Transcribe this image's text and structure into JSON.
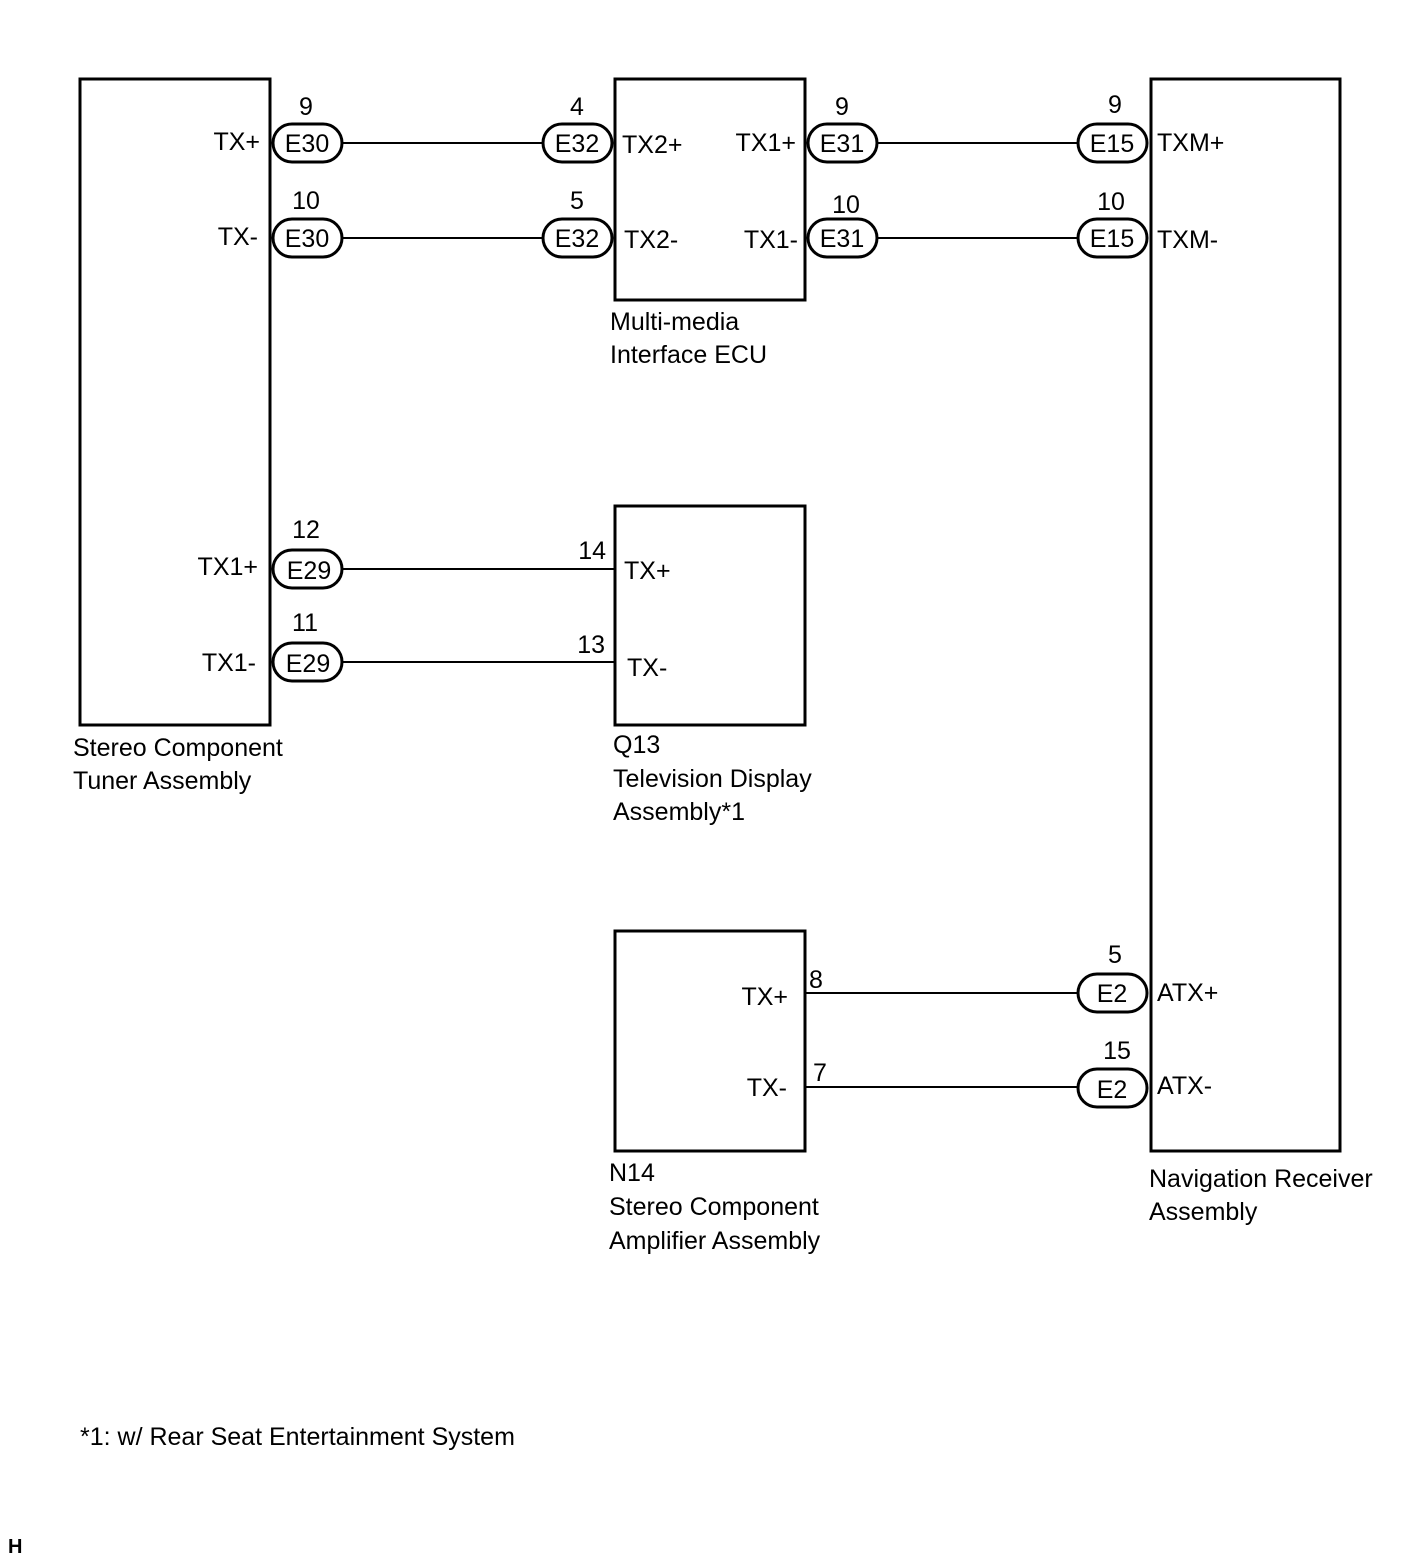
{
  "components": {
    "tuner": {
      "name_line1": "Stereo Component",
      "name_line2": "Tuner Assembly"
    },
    "mmi": {
      "name_line1": "Multi-media",
      "name_line2": "Interface ECU"
    },
    "tv": {
      "code": "Q13",
      "name_line1": "Television Display",
      "name_line2": "Assembly*1"
    },
    "amp": {
      "code": "N14",
      "name_line1": "Stereo Component",
      "name_line2": "Amplifier Assembly"
    },
    "nav": {
      "name_line1": "Navigation Receiver",
      "name_line2": "Assembly"
    }
  },
  "wires": [
    {
      "from_terminal": "TX+",
      "from_connector": "E30",
      "from_pin": "9",
      "to_terminal": "TX2+",
      "to_connector": "E32",
      "to_pin": "4"
    },
    {
      "from_terminal": "TX-",
      "from_connector": "E30",
      "from_pin": "10",
      "to_terminal": "TX2-",
      "to_connector": "E32",
      "to_pin": "5"
    },
    {
      "from_terminal": "TX1+",
      "from_connector": "E31",
      "from_pin": "9",
      "to_terminal": "TXM+",
      "to_connector": "E15",
      "to_pin": "9"
    },
    {
      "from_terminal": "TX1-",
      "from_connector": "E31",
      "from_pin": "10",
      "to_terminal": "TXM-",
      "to_connector": "E15",
      "to_pin": "10"
    },
    {
      "from_terminal": "TX1+",
      "from_connector": "E29",
      "from_pin": "12",
      "to_terminal": "TX+",
      "to_connector": "",
      "to_pin": "14"
    },
    {
      "from_terminal": "TX1-",
      "from_connector": "E29",
      "from_pin": "11",
      "to_terminal": "TX-",
      "to_connector": "",
      "to_pin": "13"
    },
    {
      "from_terminal": "TX+",
      "from_connector": "",
      "from_pin": "8",
      "to_terminal": "ATX+",
      "to_connector": "E2",
      "to_pin": "5"
    },
    {
      "from_terminal": "TX-",
      "from_connector": "",
      "from_pin": "7",
      "to_terminal": "ATX-",
      "to_connector": "E2",
      "to_pin": "15"
    }
  ],
  "footnote": "*1: w/ Rear Seat Entertainment System",
  "corner_mark": "H"
}
